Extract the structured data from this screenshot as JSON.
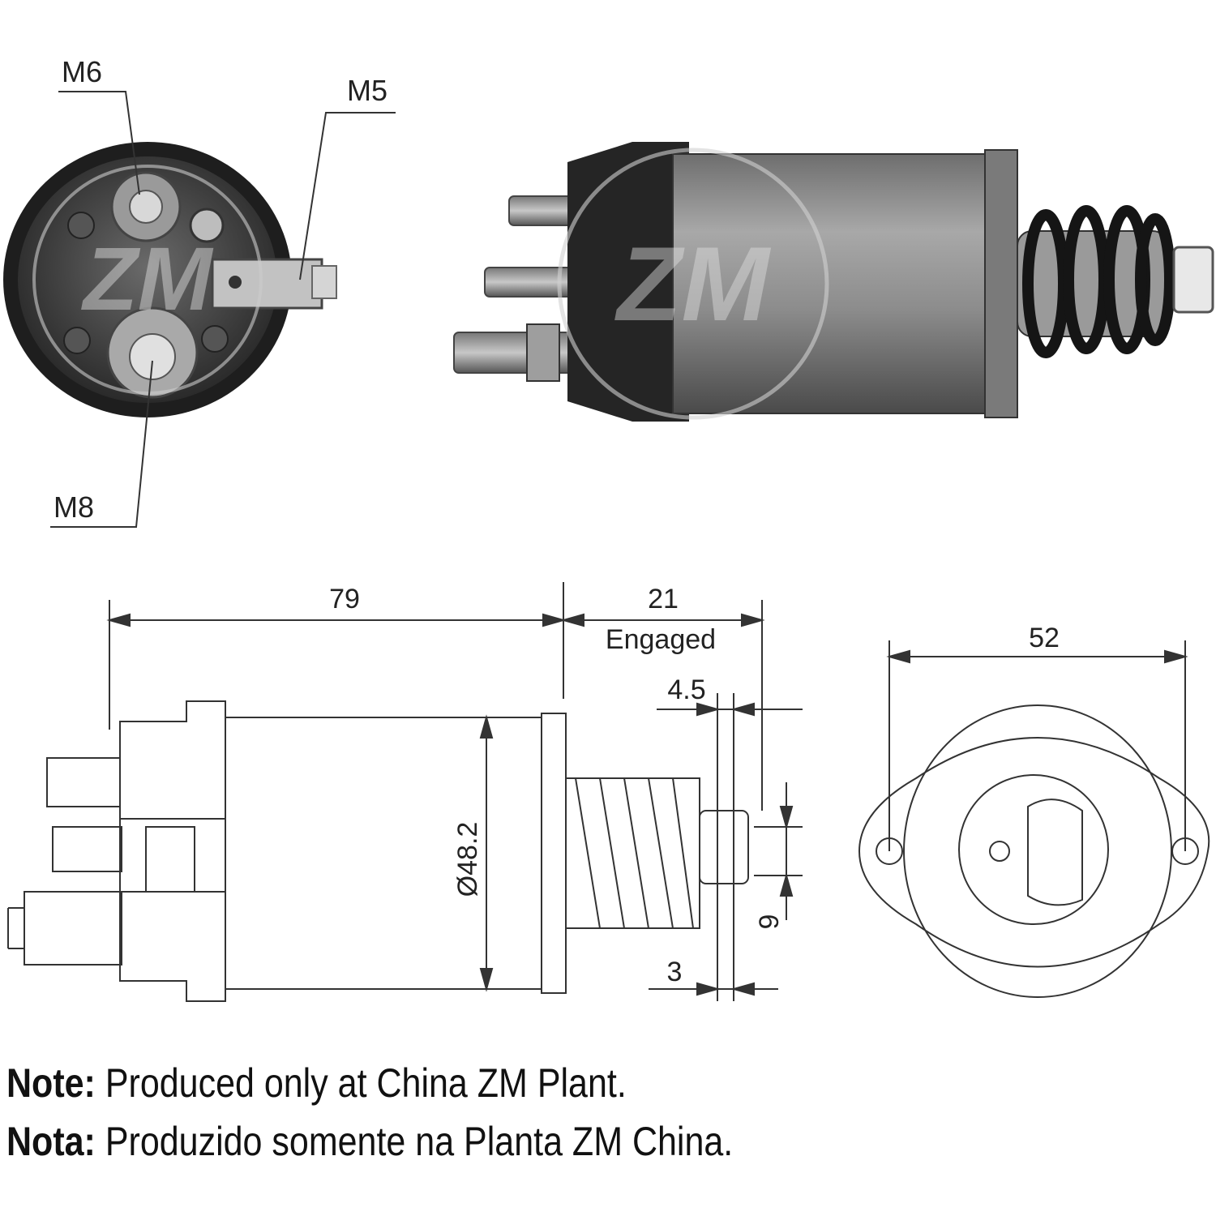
{
  "terminals": {
    "m6": "M6",
    "m5": "M5",
    "m8": "M8"
  },
  "dimensions": {
    "length": "79",
    "stroke": "21",
    "stroke_note": "Engaged",
    "offset_a": "4.5",
    "diameter": "Ø48.2",
    "offset_b": "3",
    "tip_height": "9",
    "flange_width": "52"
  },
  "notes": [
    {
      "label": "Note:",
      "text": "Produced only at China ZM Plant."
    },
    {
      "label": "Nota:",
      "text": "Produzido somente na Planta ZM China."
    }
  ],
  "watermark": "ZM",
  "colors": {
    "body_gray": "#8a8a8a",
    "dark_cap": "#2b2b2b",
    "line": "#333333"
  }
}
